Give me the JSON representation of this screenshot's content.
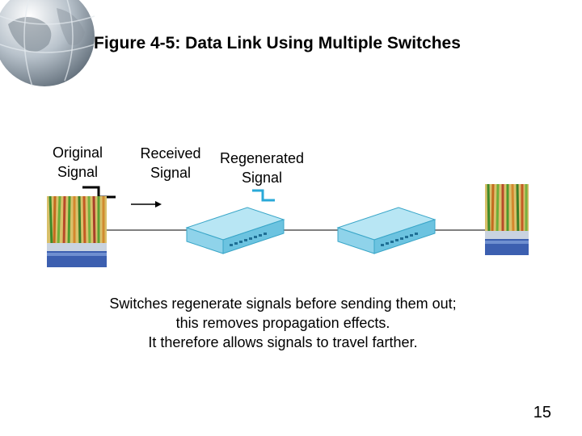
{
  "title": "Figure 4-5: Data Link Using Multiple Switches",
  "labels": {
    "original_line1": "Original",
    "original_line2": "Signal",
    "received_line1": "Received",
    "received_line2": "Signal",
    "regenerated_line1": "Regenerated",
    "regenerated_line2": "Signal"
  },
  "caption": {
    "line1": "Switches regenerate signals before sending them out;",
    "line2": "this removes propagation effects.",
    "line3": "It therefore allows signals to travel farther."
  },
  "page_number": "15",
  "colors": {
    "switch_body": "#8fd3ea",
    "switch_dark": "#3aa6c8",
    "regen_signal": "#2aa9d8",
    "cable_blue": "#3c5fb0"
  }
}
